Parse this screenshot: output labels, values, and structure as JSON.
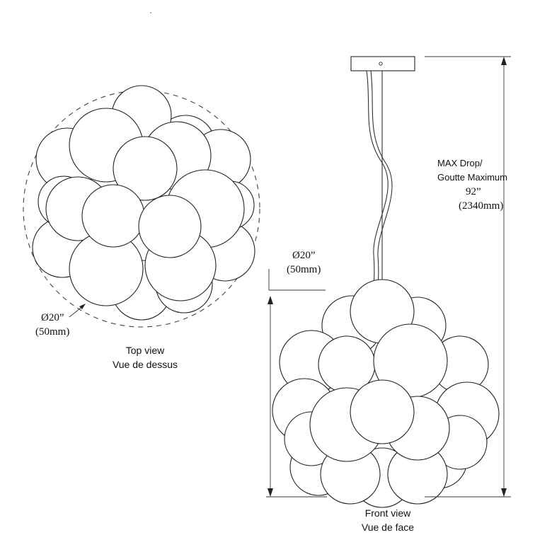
{
  "top_view": {
    "diameter_label": "Ø20”",
    "diameter_metric": "(50mm)",
    "caption_en": "Top view",
    "caption_fr": "Vue de dessus"
  },
  "front_view": {
    "diameter_label": "Ø20”",
    "diameter_metric": "(50mm)",
    "drop_label_line1": "MAX Drop/",
    "drop_label_line2": "Goutte Maximum",
    "drop_value": "92”",
    "drop_metric": "(2340mm)",
    "caption_en": "Front view",
    "caption_fr": "Vue de face"
  },
  "colors": {
    "line": "#222222",
    "background": "#ffffff"
  }
}
